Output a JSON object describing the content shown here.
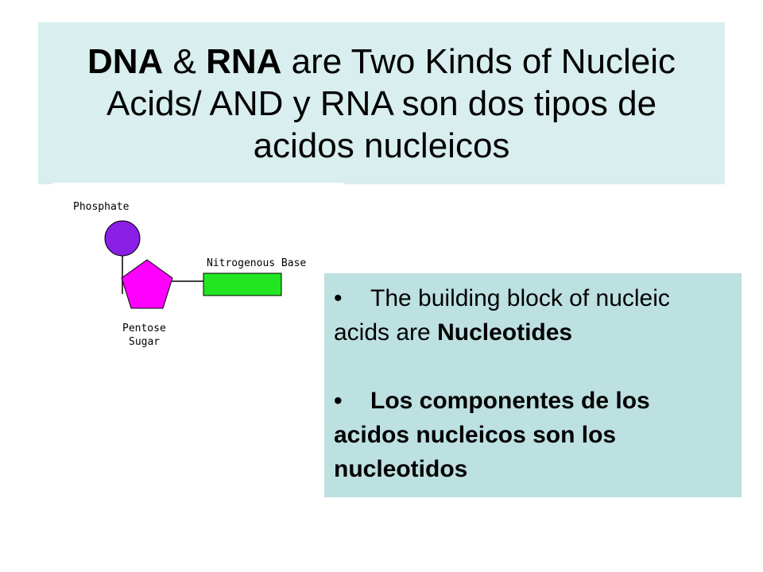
{
  "title": {
    "part1": "DNA",
    "part2": " & ",
    "part3": "RNA",
    "part4": " are Two Kinds of Nucleic Acids/ AND y RNA son dos tipos de acidos nucleicos"
  },
  "diagram": {
    "phosphate_label": "Phosphate",
    "base_label": "Nitrogenous Base",
    "sugar_label_line1": "Pentose",
    "sugar_label_line2": "Sugar",
    "colors": {
      "phosphate": "#8a1fe6",
      "sugar": "#ff00ff",
      "base": "#22e622"
    }
  },
  "bullets": {
    "marker": "•",
    "item1_text": "The building block of nucleic acids are ",
    "item1_bold": "Nucleotides",
    "item2_text": "Los componentes de los acidos nucleicos son los nucleotidos"
  },
  "colors": {
    "title_bg": "#d9eeee",
    "info_bg": "#bde0e1"
  }
}
